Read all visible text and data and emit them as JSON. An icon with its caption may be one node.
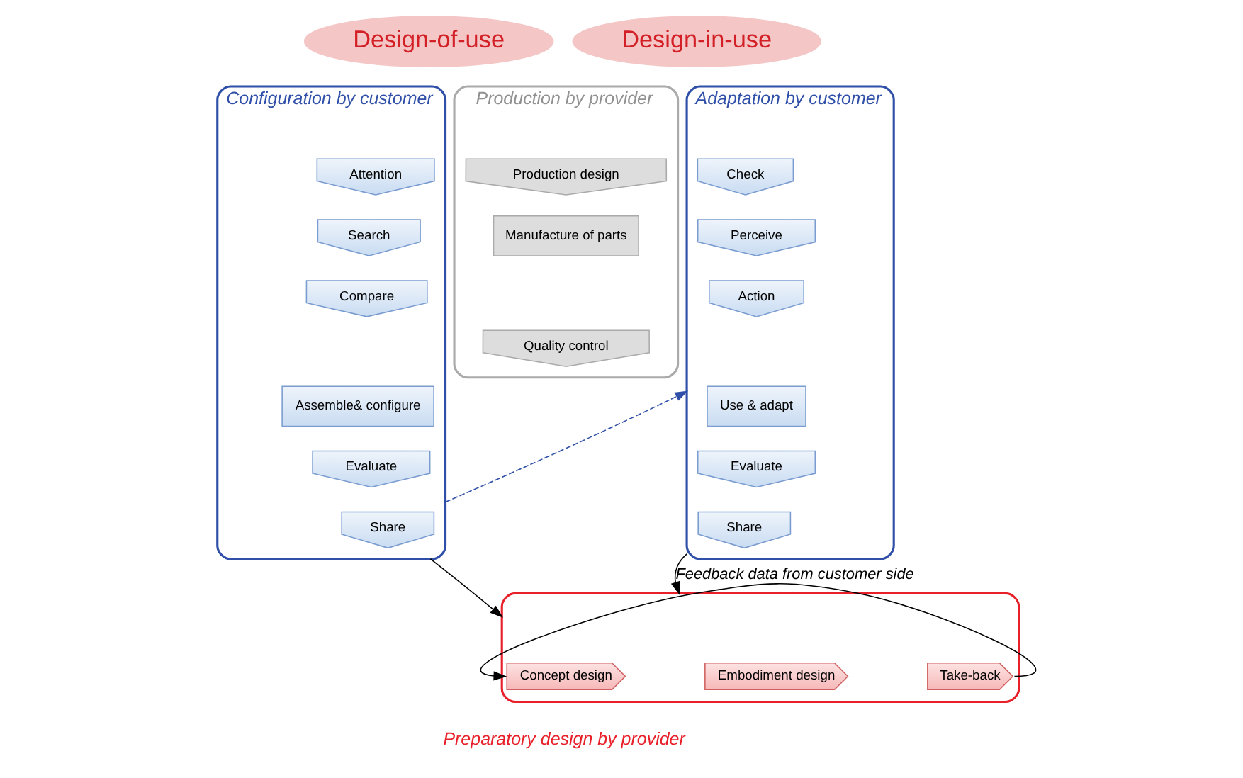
{
  "diagram": {
    "nodes": [
      {
        "text": [
          "Design-of-use"
        ]
      },
      {
        "text": [
          "Design-in-use"
        ]
      },
      {
        "text": [
          "Configuration by customer"
        ]
      },
      {
        "text": [
          "Attention"
        ],
        "in": 2
      },
      {
        "text": [
          "Search"
        ],
        "in": 2
      },
      {
        "text": [
          "Compare"
        ],
        "in": 2
      },
      {
        "text": [
          "Assemble& configure"
        ],
        "in": 2
      },
      {
        "text": [
          "Evaluate"
        ],
        "in": 2
      },
      {
        "text": [
          "Share"
        ],
        "in": 2
      },
      {
        "text": [
          "Adaptation by customer"
        ]
      },
      {
        "text": [
          "Check"
        ],
        "in": 9
      },
      {
        "text": [
          "Perceive"
        ],
        "in": 9
      },
      {
        "text": [
          "Action"
        ],
        "in": 9
      },
      {
        "text": [
          "Use & adapt"
        ],
        "in": 9
      },
      {
        "text": [
          "Evaluate"
        ],
        "in": 9
      },
      {
        "text": [
          "Share"
        ],
        "in": 9
      },
      {
        "text": [
          "Production by provider"
        ]
      },
      {
        "text": [
          "Production design"
        ],
        "in": 16
      },
      {
        "text": [
          "Manufacture of parts"
        ],
        "in": 16
      },
      {
        "text": [
          "Quality control"
        ],
        "in": 16
      },
      {
        "text": [],
        "shape": "box"
      },
      {
        "text": [
          "Concept design"
        ],
        "in": 20
      },
      {
        "text": [
          "Embodiment design"
        ],
        "in": 20
      },
      {
        "text": [
          "Take-back"
        ],
        "in": 20
      }
    ],
    "edges": [
      {
        "from": 2,
        "to": 9,
        "arrow": "to",
        "style": "dashed",
        "color": "#2f4fa8"
      },
      {
        "from": 23,
        "to": 20,
        "arrow": "to",
        "label": "Feedback data from customer side"
      },
      {
        "from": 2,
        "to": 20,
        "arrow": "to"
      },
      {
        "from": 9,
        "to": 20,
        "arrow": "to"
      }
    ],
    "labels": [
      "Preparatory design by provider"
    ]
  }
}
